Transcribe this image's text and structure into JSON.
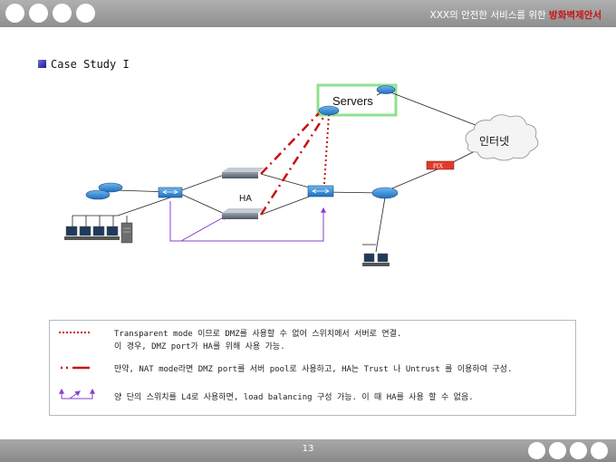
{
  "header": {
    "title_prefix": "XXX의 안전한 서비스를 위한 ",
    "title_accent": "방화벽제안서"
  },
  "section": {
    "title": "Case Study I"
  },
  "diagram": {
    "servers_label": "Servers",
    "internet_label": "인터넷",
    "firewall_label": "PIX",
    "ha_label": "HA"
  },
  "legend": {
    "items": [
      {
        "line1": "Transparent mode 이므로 DMZ를 사용할 수 없어 스위치에서 서버로 연결.",
        "line2": "이 경우, DMZ port가 HA를 위해 사용 가능."
      },
      {
        "line1": "만약, NAT mode라면 DMZ port를 서버 pool로 사용하고, HA는 Trust 나 Untrust 를 이용하여 구성."
      },
      {
        "line1": "양 단의 스위치를 L4로 사용하면, load balancing 구성 가능. 이 때 HA를 사용 할 수 없음."
      }
    ]
  },
  "footer": {
    "page_number": "13"
  },
  "colors": {
    "accent_red": "#cc1010",
    "bar_gray": "#999999",
    "router_blue": "#3a8ed6",
    "link_purple": "#8a3fd1",
    "servers_box_green": "#8fe28f"
  }
}
